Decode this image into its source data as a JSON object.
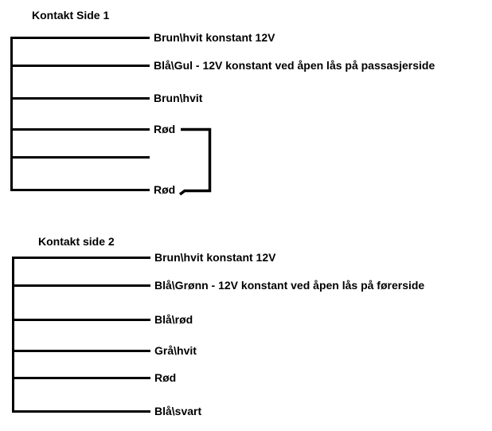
{
  "page": {
    "background": "#ffffff",
    "line_color": "#000000"
  },
  "sections": [
    {
      "title": "Kontakt Side 1",
      "wires": [
        {
          "label": "Brun\\hvit konstant 12V"
        },
        {
          "label": "Blå\\Gul - 12V konstant ved åpen lås på passasjerside"
        },
        {
          "label": "Brun\\hvit"
        },
        {
          "label": "Rød"
        },
        {
          "label": ""
        },
        {
          "label": "Rød"
        }
      ],
      "jumper": {
        "connects": [
          "Rød",
          "Rød"
        ],
        "from_wire_index": 3,
        "to_wire_index": 5
      }
    },
    {
      "title": "Kontakt side 2",
      "wires": [
        {
          "label": "Brun\\hvit konstant 12V"
        },
        {
          "label": "Blå\\Grønn - 12V konstant ved åpen lås på førerside"
        },
        {
          "label": "Blå\\rød"
        },
        {
          "label": "Grå\\hvit"
        },
        {
          "label": "Rød"
        },
        {
          "label": "Blå\\svart"
        }
      ]
    }
  ]
}
